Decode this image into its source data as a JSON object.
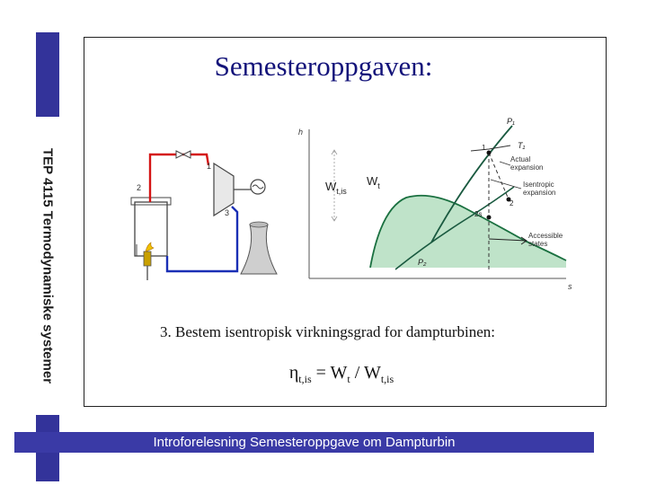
{
  "slide": {
    "title": "Semesteroppgaven:",
    "vertical_title": "TEP 4115 Termodynamiske systemer",
    "task": "3.   Bestem isentropisk virkningsgrad for dampturbinen:",
    "formula": {
      "eta": "η",
      "eta_sub": "t,is",
      "eq": " = W",
      "wt_sub": "t",
      "slash": " / W",
      "wtis_sub": "t,is"
    },
    "footer": "Introforelesning Semesteroppgave om Dampturbin"
  },
  "diagram": {
    "axis_y": "h",
    "axis_x": "s",
    "w_tis": "W",
    "w_tis_sub": "t,is",
    "w_t": "W",
    "w_t_sub": "t",
    "p1": "P₁",
    "p2": "P₂",
    "t1": "T₁",
    "point1": "1",
    "point2": "2",
    "point2s": "2s",
    "actual": "Actual",
    "actual2": "expansion",
    "isentropic": "Isentropic",
    "isentropic2": "expansion",
    "accessible": "Accessible",
    "accessible2": "states",
    "sch_1": "1",
    "sch_2": "2",
    "sch_3": "3"
  },
  "colors": {
    "accent": "#33339a",
    "region": "#bfe3c9",
    "steam_line": "#d41414",
    "water_line": "#1a2fb5"
  }
}
